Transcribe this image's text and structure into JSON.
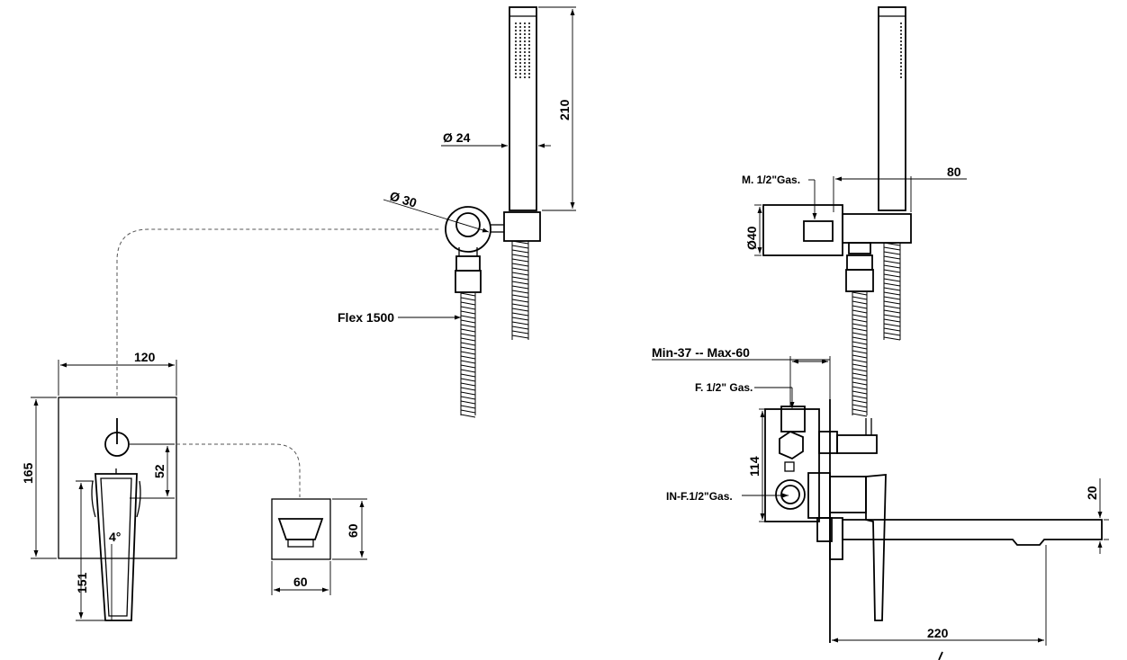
{
  "dimensions": {
    "width_panel": "120",
    "height_panel": "165",
    "handle_offset": "52",
    "lever_length": "151",
    "lever_angle": "4°",
    "outlet_width": "60",
    "outlet_height": "60",
    "holder_diameter": "Ø 30",
    "hand_diameter": "Ø 24",
    "hand_length": "210",
    "hose_label": "Flex 1500",
    "bracket_depth": "80",
    "bracket_diameter": "Ø40",
    "bracket_thread": "M. 1/2\"Gas.",
    "wall_depth": "Min-37 -- Max-60",
    "upper_thread": "F. 1/2\" Gas.",
    "body_height": "114",
    "inlet_thread": "IN-F.1/2\"Gas.",
    "spout_drop": "20",
    "spout_length": "220"
  }
}
